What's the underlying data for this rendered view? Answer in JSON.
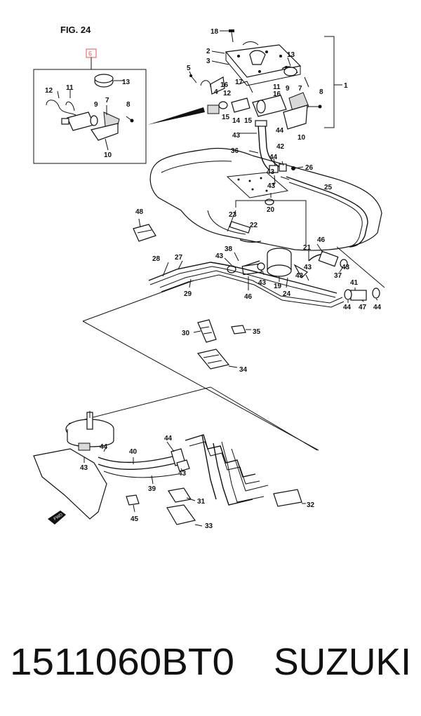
{
  "figure": {
    "title": "FIG. 24",
    "inset_ref": "6",
    "inset_ref_color": "#e05a5a",
    "fwd_label": "FWD",
    "parts": {
      "p1": "1",
      "p2": "2",
      "p3": "3",
      "p4": "4",
      "p5": "5",
      "p7a": "7",
      "p7b": "7",
      "p8a": "8",
      "p8b": "8",
      "p9a": "9",
      "p9b": "9",
      "p10a": "10",
      "p10b": "10",
      "p11a": "11",
      "p11b": "11",
      "p12a": "12",
      "p12b": "12",
      "p13a": "13",
      "p13b": "13",
      "p14": "14",
      "p15a": "15",
      "p15b": "15",
      "p16a": "16",
      "p16b": "16",
      "p17": "17",
      "p18": "18",
      "p19": "19",
      "p20": "20",
      "p21": "21",
      "p22": "22",
      "p23": "23",
      "p24": "24",
      "p25": "25",
      "p26": "26",
      "p27": "27",
      "p28": "28",
      "p29": "29",
      "p30": "30",
      "p31": "31",
      "p32": "32",
      "p33": "33",
      "p34": "34",
      "p35": "35",
      "p36": "36",
      "p37": "37",
      "p38": "38",
      "p39": "39",
      "p40": "40",
      "p41": "41",
      "p42": "42",
      "p43a": "43",
      "p43b": "43",
      "p43c": "43",
      "p43d": "43",
      "p43e": "43",
      "p43f": "43",
      "p43g": "43",
      "p43h": "43",
      "p43i": "43",
      "p44a": "44",
      "p44b": "44",
      "p44c": "44",
      "p44d": "44",
      "p44e": "44",
      "p44f": "44",
      "p44g": "44",
      "p45": "45",
      "p46a": "46",
      "p46b": "46",
      "p47": "47",
      "p48": "48"
    }
  },
  "caption": {
    "part_number": "1511060BT0",
    "brand": "SUZUKI"
  }
}
